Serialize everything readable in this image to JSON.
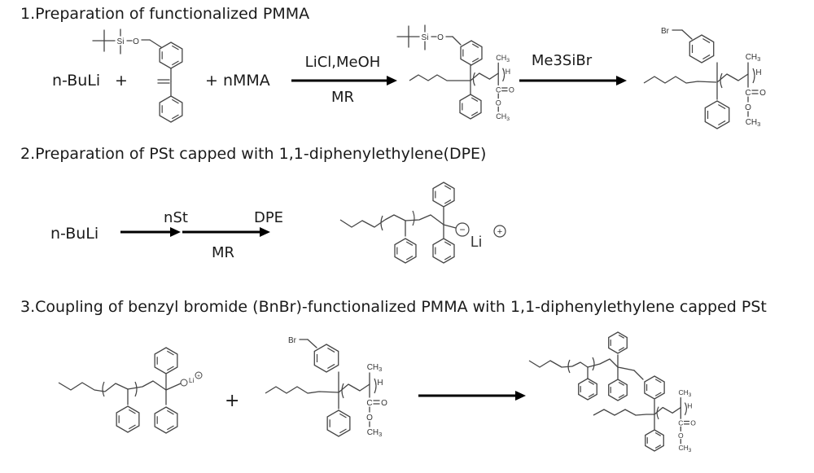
{
  "sections": [
    {
      "heading": "1.Preparation of functionalized PMMA",
      "reactant_1": "n-BuLi",
      "plus_1": "+",
      "plus_2": "+ nMMA",
      "arrow_1": {
        "above": "LiCl,MeOH",
        "below": "MR"
      },
      "arrow_2": {
        "above": "Me3SiBr"
      }
    },
    {
      "heading": "2.Preparation of PSt capped with 1,1-diphenylethylene(DPE)",
      "reactant_1": "n-BuLi",
      "arrow_1": {
        "above": "nSt"
      },
      "arrow_2": {
        "above": "DPE"
      },
      "below_shared": "MR",
      "anion_label": "Li"
    },
    {
      "heading": "3.Coupling of benzyl bromide (BnBr)-functionalized PMMA with 1,1-diphenylethylene capped PSt",
      "plus": "+"
    }
  ],
  "atom_labels": {
    "si": "Si",
    "o": "O",
    "br": "Br",
    "ch3": "CH3",
    "h": "H",
    "c": "C",
    "li": "Li",
    "minus": "−",
    "plus": "+"
  },
  "colors": {
    "bond": "#444444",
    "arrow": "#000000",
    "text": "#1a1a1a"
  }
}
